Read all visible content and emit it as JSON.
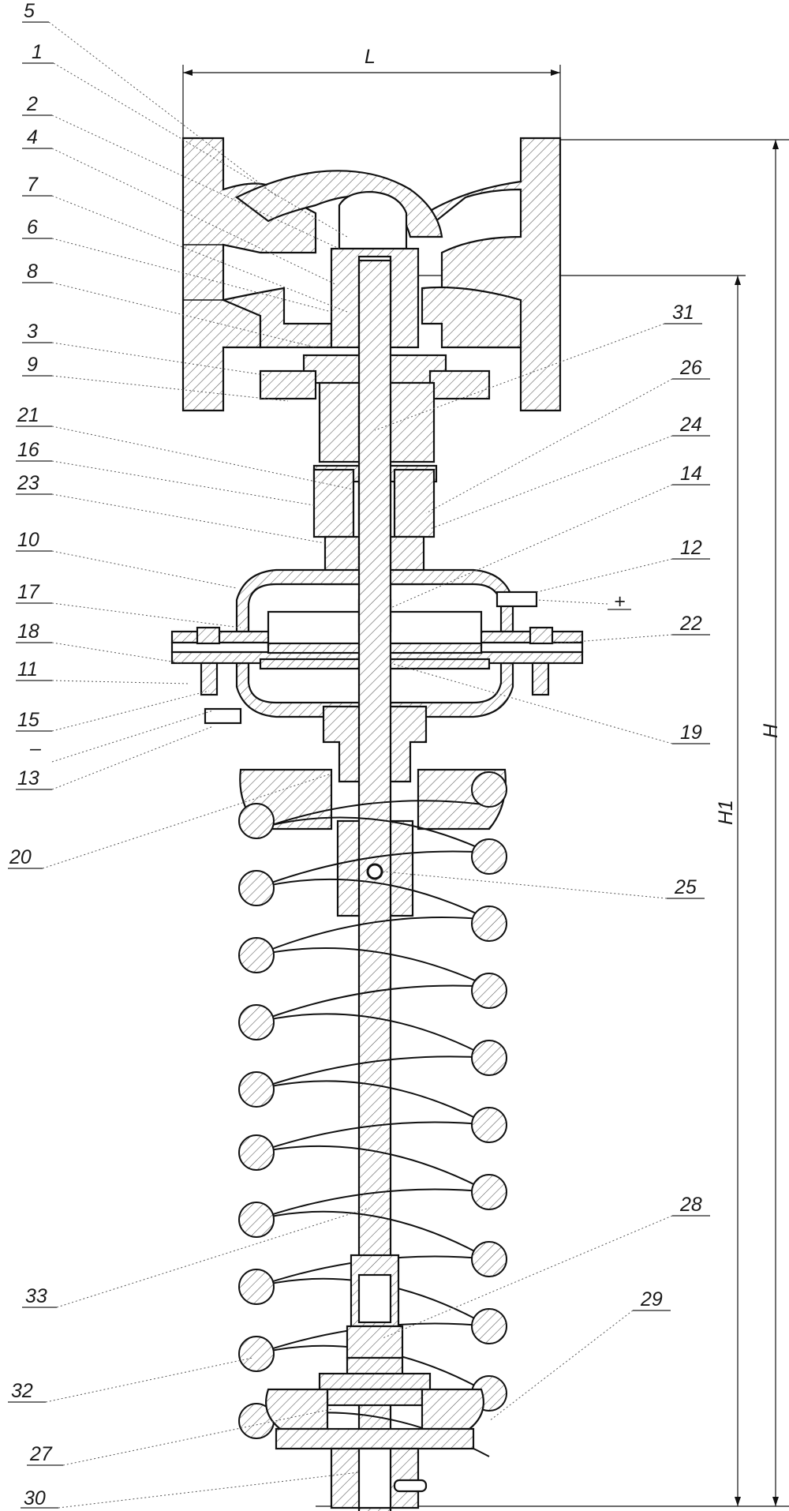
{
  "callouts_left": [
    {
      "id": "5",
      "text": "5"
    },
    {
      "id": "1",
      "text": "1"
    },
    {
      "id": "2",
      "text": "2"
    },
    {
      "id": "4",
      "text": "4"
    },
    {
      "id": "7",
      "text": "7"
    },
    {
      "id": "6",
      "text": "6"
    },
    {
      "id": "8",
      "text": "8"
    },
    {
      "id": "3",
      "text": "3"
    },
    {
      "id": "9",
      "text": "9"
    },
    {
      "id": "21",
      "text": "21"
    },
    {
      "id": "16",
      "text": "16"
    },
    {
      "id": "23",
      "text": "23"
    },
    {
      "id": "10",
      "text": "10"
    },
    {
      "id": "17",
      "text": "17"
    },
    {
      "id": "18",
      "text": "18"
    },
    {
      "id": "11",
      "text": "11"
    },
    {
      "id": "15",
      "text": "15"
    },
    {
      "id": "minus",
      "text": "–"
    },
    {
      "id": "13",
      "text": "13"
    },
    {
      "id": "20",
      "text": "20"
    },
    {
      "id": "33",
      "text": "33"
    },
    {
      "id": "32",
      "text": "32"
    },
    {
      "id": "27",
      "text": "27"
    },
    {
      "id": "30",
      "text": "30"
    }
  ],
  "callouts_right": [
    {
      "id": "31",
      "text": "31"
    },
    {
      "id": "26",
      "text": "26"
    },
    {
      "id": "24",
      "text": "24"
    },
    {
      "id": "14",
      "text": "14"
    },
    {
      "id": "12",
      "text": "12"
    },
    {
      "id": "plus",
      "text": "+"
    },
    {
      "id": "22",
      "text": "22"
    },
    {
      "id": "19",
      "text": "19"
    },
    {
      "id": "25",
      "text": "25"
    },
    {
      "id": "28",
      "text": "28"
    },
    {
      "id": "29",
      "text": "29"
    }
  ],
  "dimensions": {
    "length": "L",
    "height": "H",
    "height1": "H1"
  }
}
